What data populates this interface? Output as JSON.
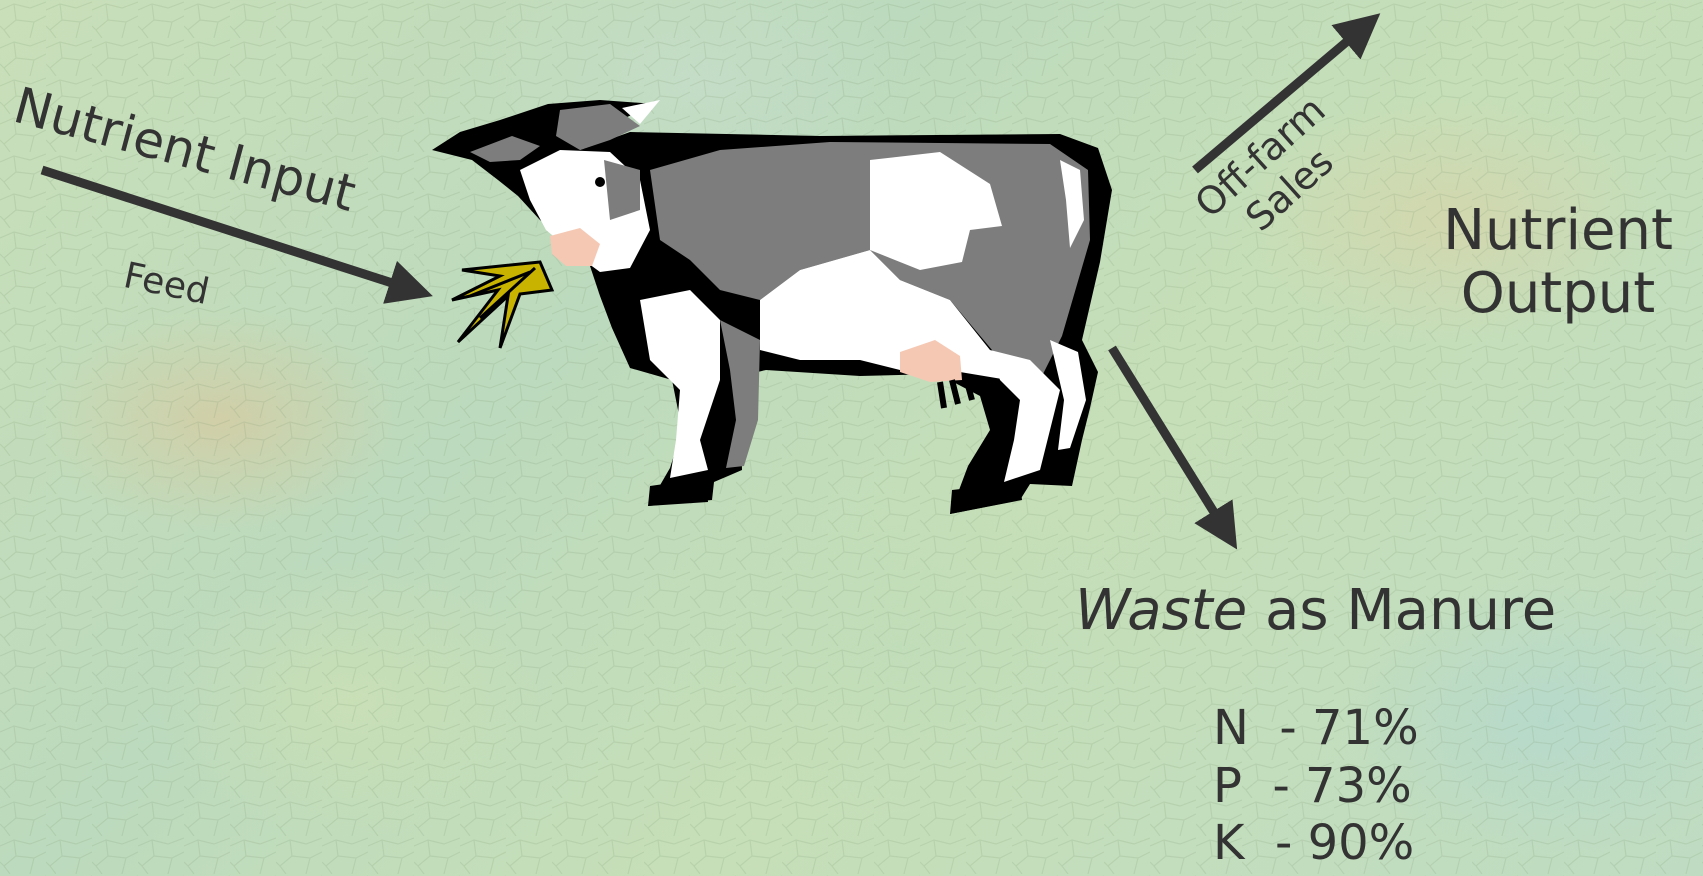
{
  "diagram": {
    "input_title": "Nutrient Input",
    "feed_label": "Feed",
    "sales_label_line1": "Off-farm",
    "sales_label_line2": "Sales",
    "output_label_line1": "Nutrient",
    "output_label_line2": "Output",
    "waste_emphasis": "Waste",
    "waste_rest": " as Manure",
    "nutrients": [
      {
        "text": "N  - 71%"
      },
      {
        "text": "P  - 73%"
      },
      {
        "text": "K  - 90%"
      }
    ]
  },
  "colors": {
    "text": "#333333",
    "arrow": "#333333",
    "cow_gray": "#7d7d7d",
    "cow_black": "#000000",
    "cow_white": "#ffffff",
    "cow_pink": "#f5c8b4",
    "hay": "#c8b400"
  },
  "icons": [
    "cow-illustration",
    "hay-tuft-icon",
    "arrow-icon"
  ]
}
